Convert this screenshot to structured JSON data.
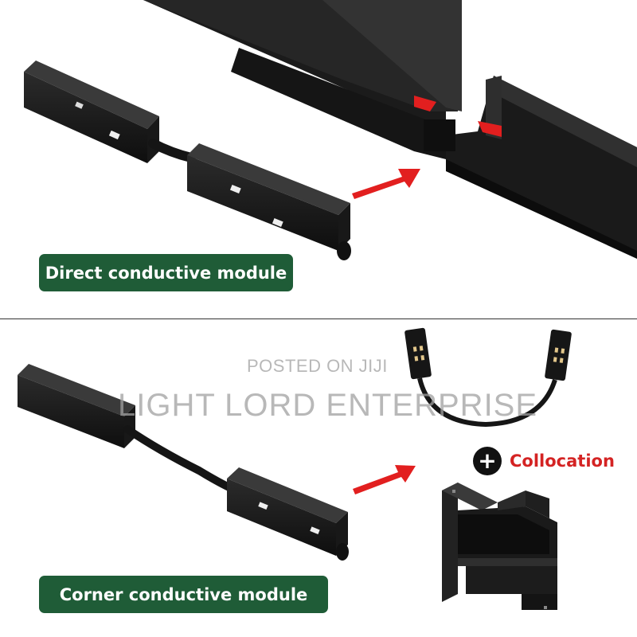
{
  "top_panel": {
    "label": "Direct conductive module"
  },
  "bottom_panel": {
    "label": "Corner conductive module",
    "collocation_symbol": "+",
    "collocation_label": "Collocation"
  },
  "watermark": {
    "line1": "POSTED ON JIJI",
    "line2": "LIGHT LORD ENTERPRISE"
  },
  "colors": {
    "badge_green": "#1f5c37",
    "arrow_red": "#e21f1f",
    "collocation_red": "#d42323",
    "product_black": "#1a1a1a"
  }
}
